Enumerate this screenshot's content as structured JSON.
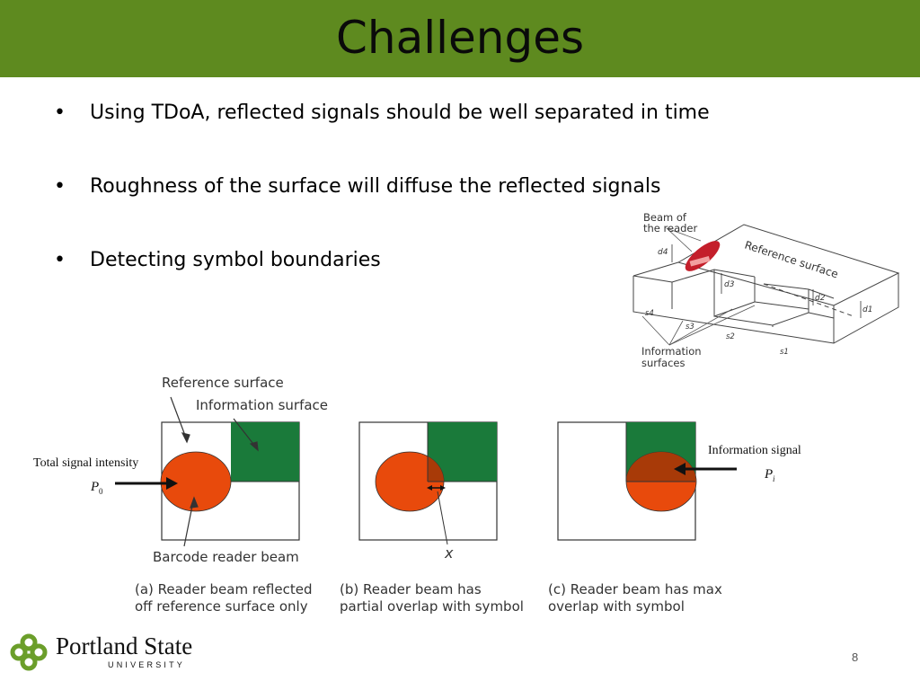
{
  "slide": {
    "title": "Challenges",
    "bullets": [
      "Using TDoA, reflected signals should be well separated in time",
      "Roughness of the surface will diffuse the reflected signals",
      "Detecting symbol boundaries"
    ],
    "page_number": "8"
  },
  "iso_diagram": {
    "beam_label_1": "Beam of",
    "beam_label_2": "the reader",
    "reference_surface": "Reference surface",
    "info_label_1": "Information",
    "info_label_2": "surfaces",
    "d_labels": [
      "d4",
      "d3",
      "d2",
      "d1"
    ],
    "s_labels": [
      "s4",
      "s3",
      "s2",
      "s1"
    ]
  },
  "beam_diagram": {
    "reference_surface": "Reference surface",
    "information_surface": "Information surface",
    "total_signal": "Total signal intensity",
    "p0": "P",
    "p0_sub": "0",
    "barcode_beam": "Barcode reader beam",
    "x_label": "x",
    "information_signal": "Information signal",
    "pi": "P",
    "pi_sub": "i",
    "captions": {
      "a_line1": "(a) Reader beam reflected",
      "a_line2": "off reference surface only",
      "b_line1": "(b) Reader beam has",
      "b_line2": "partial overlap with symbol",
      "c_line1": "(c) Reader beam has max",
      "c_line2": "overlap with symbol"
    },
    "colors": {
      "green": "#1a7a3a",
      "beam": "#e84a0c",
      "overlap": "#a83a08",
      "title_bar": "#5e8a1f",
      "logo_green": "#6b9e2a"
    }
  },
  "logo": {
    "name": "Portland State",
    "sub": "UNIVERSITY"
  }
}
